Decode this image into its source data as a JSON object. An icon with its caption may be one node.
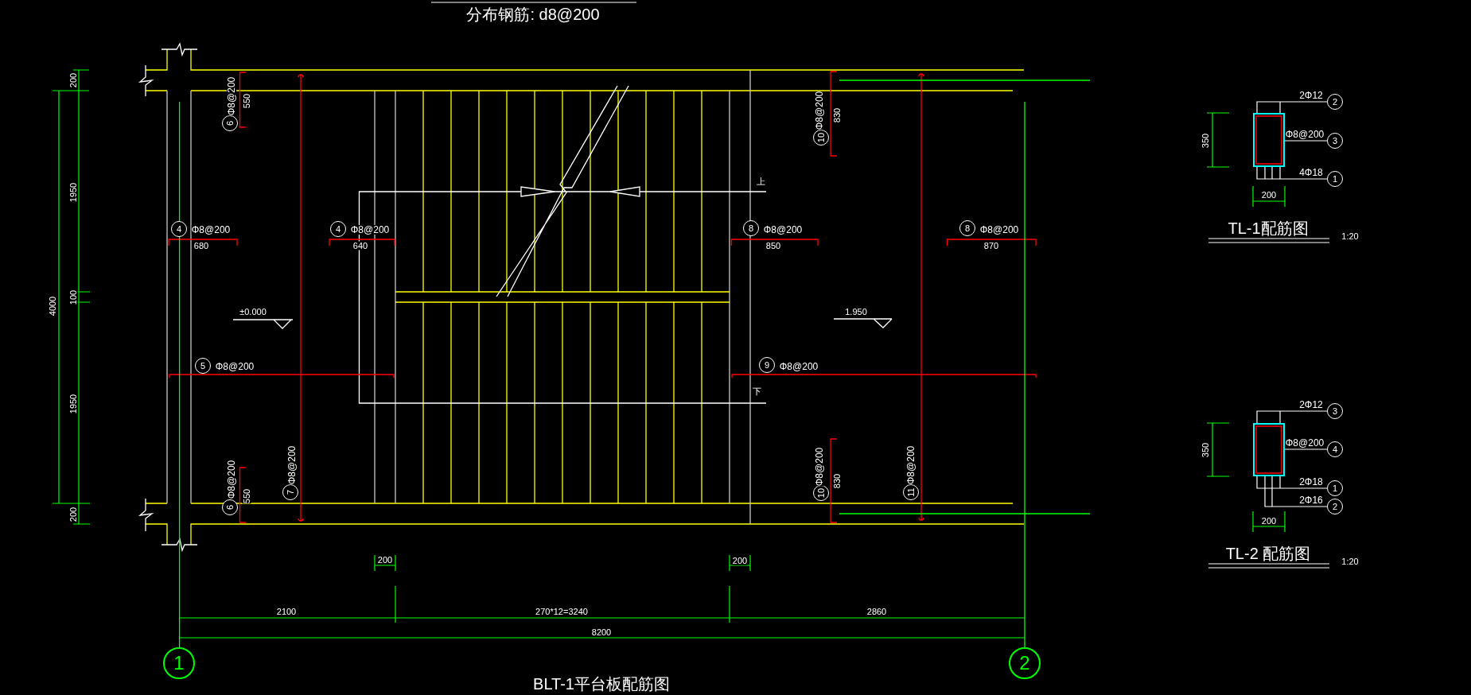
{
  "diagram": {
    "title": "BLT-1平台板配筋图",
    "nodes": [
      {
        "text": [
          "1"
        ]
      },
      {
        "text": [
          "2"
        ]
      },
      {
        "text": [
          "6"
        ],
        "beside": [
          "Φ8@200"
        ]
      },
      {
        "text": [
          "10"
        ],
        "beside": [
          "Φ8@200"
        ]
      },
      {
        "text": [
          "4"
        ],
        "beside": [
          "Φ8@200"
        ]
      },
      {
        "text": [
          "4"
        ],
        "beside": [
          "Φ8@200"
        ]
      },
      {
        "text": [
          "8"
        ],
        "beside": [
          "Φ8@200"
        ]
      },
      {
        "text": [
          "8"
        ],
        "beside": [
          "Φ8@200"
        ]
      },
      {
        "text": [
          "5"
        ],
        "beside": [
          "Φ8@200"
        ]
      },
      {
        "text": [
          "9"
        ],
        "beside": [
          "Φ8@200"
        ]
      },
      {
        "text": [
          "6"
        ],
        "beside": [
          "Φ8@200"
        ]
      },
      {
        "text": [
          "7"
        ],
        "beside": [
          "Φ8@200"
        ]
      },
      {
        "text": [
          "10"
        ],
        "beside": [
          "Φ8@200"
        ]
      },
      {
        "text": [
          "11"
        ],
        "beside": [
          "Φ8@200"
        ]
      },
      {
        "text": [],
        "shape": "box"
      },
      {
        "text": [
          "2"
        ],
        "beside": [
          "2Φ12"
        ]
      },
      {
        "text": [
          "3"
        ],
        "beside": [
          "Φ8@200"
        ]
      },
      {
        "text": [
          "1"
        ],
        "beside": [
          "4Φ18"
        ]
      },
      {
        "text": [],
        "shape": "box"
      },
      {
        "text": [
          "3"
        ],
        "beside": [
          "2Φ12"
        ]
      },
      {
        "text": [
          "4"
        ],
        "beside": [
          "Φ8@200"
        ]
      },
      {
        "text": [
          "1"
        ],
        "beside": [
          "2Φ18"
        ]
      },
      {
        "text": [
          "2"
        ],
        "beside": [
          "2Φ16"
        ]
      }
    ],
    "edges": [
      {
        "from": 15,
        "to": 14,
        "arrow": "none"
      },
      {
        "from": 16,
        "to": 14,
        "arrow": "none"
      },
      {
        "from": 17,
        "to": 14,
        "arrow": "none"
      },
      {
        "from": 19,
        "to": 18,
        "arrow": "none"
      },
      {
        "from": 20,
        "to": 18,
        "arrow": "none"
      },
      {
        "from": 21,
        "to": 18,
        "arrow": "none"
      },
      {
        "from": 22,
        "to": 18,
        "arrow": "none"
      }
    ],
    "labels": [
      "分布钢筋: d8@200",
      "200",
      "1950",
      "4000",
      "100",
      "1950",
      "200",
      "550",
      "830",
      "680",
      "640",
      "850",
      "870",
      "±0.000",
      "1.950",
      "上",
      "下",
      "550",
      "830",
      "200",
      "200",
      "2100",
      "270*12=3240",
      "2860",
      "8200",
      "350",
      "200",
      "TL-1配筋图",
      "1:20",
      "350",
      "200",
      "TL-2 配筋图",
      "1:20"
    ]
  }
}
